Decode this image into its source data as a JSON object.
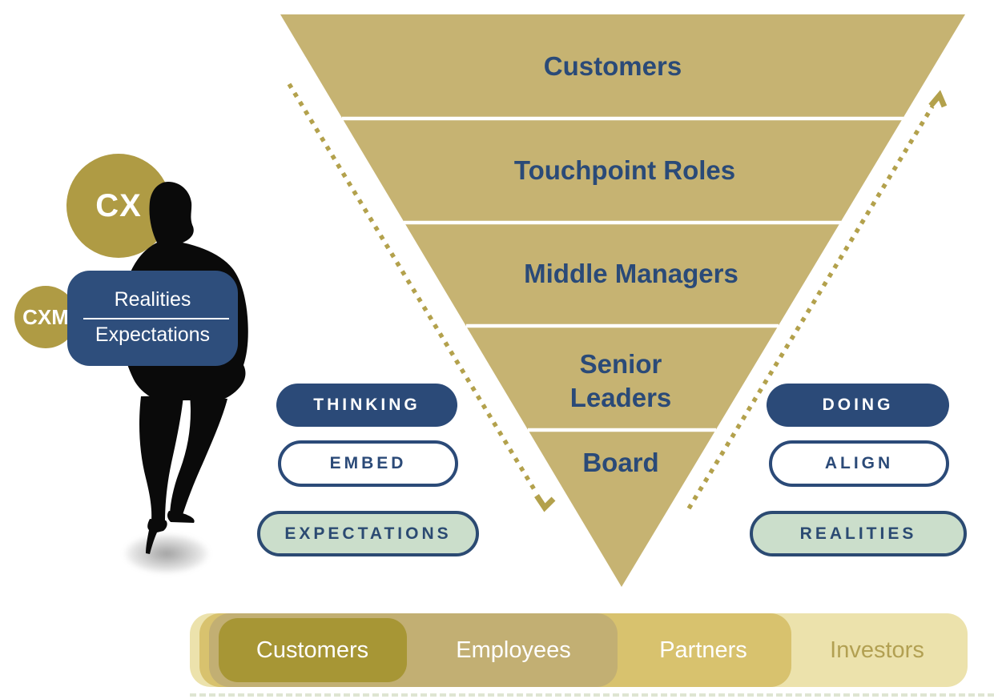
{
  "title": "CX / CXM inverted pyramid diagram",
  "figure": {
    "cx_badge": "CX",
    "cxm_badge": "CXM",
    "fraction": {
      "numerator": "Realities",
      "denominator": "Expectations"
    }
  },
  "pyramid": {
    "levels": [
      {
        "label": "Customers"
      },
      {
        "label": "Touchpoint Roles"
      },
      {
        "label": "Middle Managers"
      },
      {
        "label": "Senior Leaders"
      },
      {
        "label": "Board"
      }
    ]
  },
  "pills": {
    "left": [
      {
        "label": "THINKING"
      },
      {
        "label": "EMBED"
      },
      {
        "label": "EXPECTATIONS"
      }
    ],
    "right": [
      {
        "label": "DOING"
      },
      {
        "label": "ALIGN"
      },
      {
        "label": "REALITIES"
      }
    ]
  },
  "stakeholder_bar": {
    "segments": [
      {
        "label": "Customers"
      },
      {
        "label": "Employees"
      },
      {
        "label": "Partners"
      },
      {
        "label": "Investors"
      }
    ]
  },
  "colors": {
    "pyramid_gold": "#C6B372",
    "badge_gold": "#AF9B44",
    "arrow_gold": "#B3A14C",
    "navy_text": "#2A4A78",
    "navy_fill": "#2B4A78",
    "fraction_box_navy": "#2E4E7C",
    "pill_green": "#CBDECB",
    "bar_customers": "#A79635",
    "bar_employees": "#C2AF73",
    "bar_partners": "#D8C26E",
    "bar_investors": "#ECE2AC",
    "investors_text": "#B2A052",
    "silhouette": "#0a0a0a",
    "separator_white": "#FFFFFF"
  }
}
